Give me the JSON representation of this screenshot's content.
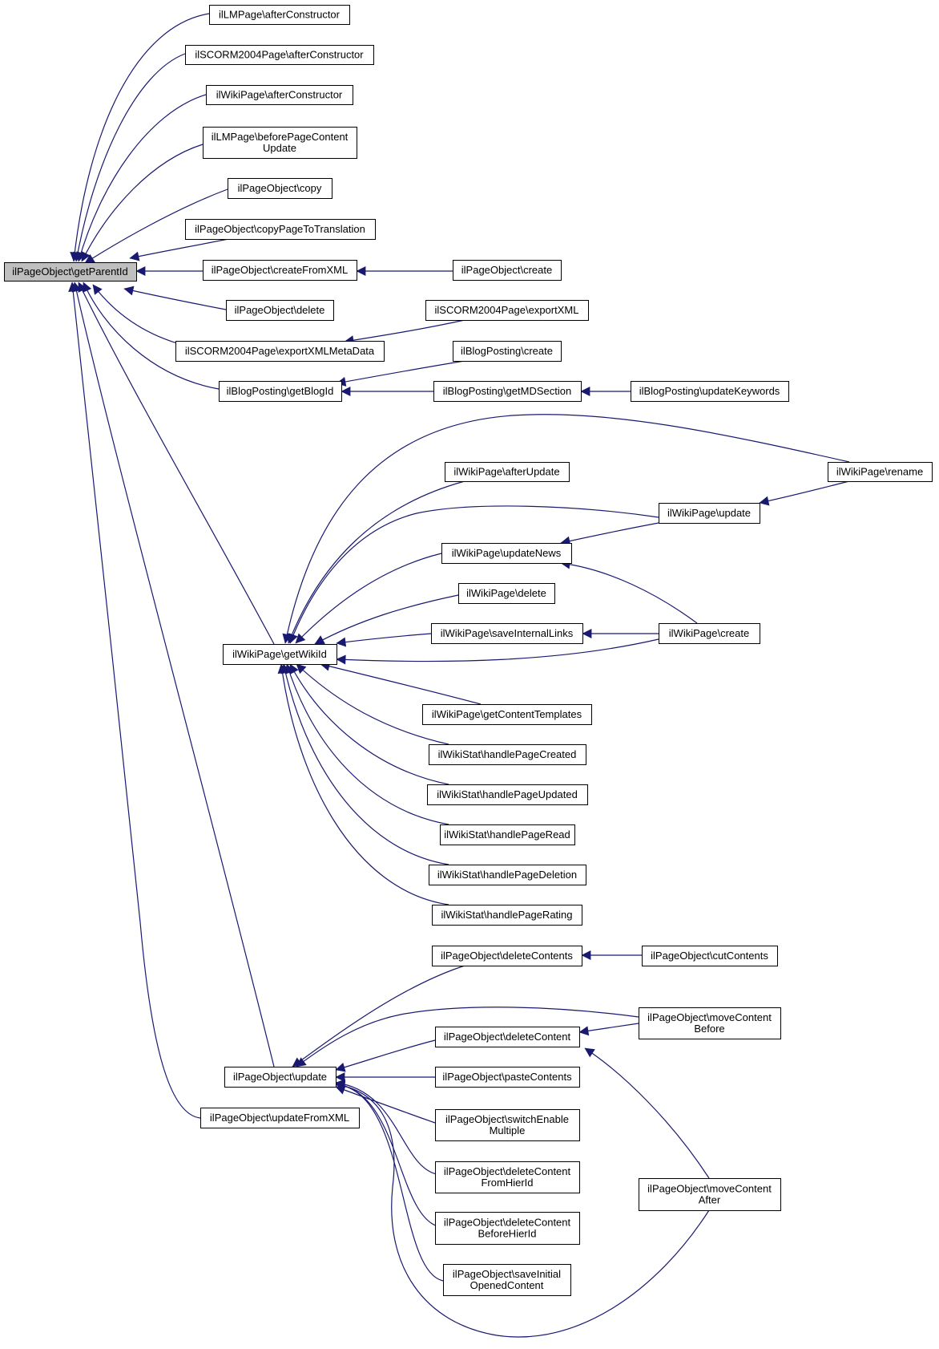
{
  "colors": {
    "edge": "#191970",
    "root_fill": "#bfbfbf",
    "node_fill": "#ffffff",
    "border": "#000000"
  },
  "nodes": [
    {
      "id": "getParentId",
      "lines": [
        "ilPageObject\\getParentId"
      ],
      "root": true
    },
    {
      "id": "lm_afterConstructor",
      "lines": [
        "ilLMPage\\afterConstructor"
      ]
    },
    {
      "id": "scorm_afterConstructor",
      "lines": [
        "ilSCORM2004Page\\afterConstructor"
      ]
    },
    {
      "id": "wiki_afterConstructor",
      "lines": [
        "ilWikiPage\\afterConstructor"
      ]
    },
    {
      "id": "lm_beforePageContentUpdate",
      "lines": [
        "ilLMPage\\beforePageContent",
        "Update"
      ]
    },
    {
      "id": "po_copy",
      "lines": [
        "ilPageObject\\copy"
      ]
    },
    {
      "id": "po_copyPageToTranslation",
      "lines": [
        "ilPageObject\\copyPageToTranslation"
      ]
    },
    {
      "id": "po_createFromXML",
      "lines": [
        "ilPageObject\\createFromXML"
      ]
    },
    {
      "id": "po_create",
      "lines": [
        "ilPageObject\\create"
      ]
    },
    {
      "id": "po_delete",
      "lines": [
        "ilPageObject\\delete"
      ]
    },
    {
      "id": "scorm_exportXML",
      "lines": [
        "ilSCORM2004Page\\exportXML"
      ]
    },
    {
      "id": "scorm_exportXMLMetaData",
      "lines": [
        "ilSCORM2004Page\\exportXMLMetaData"
      ]
    },
    {
      "id": "blog_create",
      "lines": [
        "ilBlogPosting\\create"
      ]
    },
    {
      "id": "blog_getBlogId",
      "lines": [
        "ilBlogPosting\\getBlogId"
      ]
    },
    {
      "id": "blog_getMDSection",
      "lines": [
        "ilBlogPosting\\getMDSection"
      ]
    },
    {
      "id": "blog_updateKeywords",
      "lines": [
        "ilBlogPosting\\updateKeywords"
      ]
    },
    {
      "id": "wiki_rename",
      "lines": [
        "ilWikiPage\\rename"
      ]
    },
    {
      "id": "wiki_afterUpdate",
      "lines": [
        "ilWikiPage\\afterUpdate"
      ]
    },
    {
      "id": "wiki_update",
      "lines": [
        "ilWikiPage\\update"
      ]
    },
    {
      "id": "wiki_updateNews",
      "lines": [
        "ilWikiPage\\updateNews"
      ]
    },
    {
      "id": "wiki_delete",
      "lines": [
        "ilWikiPage\\delete"
      ]
    },
    {
      "id": "wiki_saveInternalLinks",
      "lines": [
        "ilWikiPage\\saveInternalLinks"
      ]
    },
    {
      "id": "wiki_create",
      "lines": [
        "ilWikiPage\\create"
      ]
    },
    {
      "id": "wiki_getWikiId",
      "lines": [
        "ilWikiPage\\getWikiId"
      ]
    },
    {
      "id": "wiki_getContentTemplates",
      "lines": [
        "ilWikiPage\\getContentTemplates"
      ]
    },
    {
      "id": "stat_handlePageCreated",
      "lines": [
        "ilWikiStat\\handlePageCreated"
      ]
    },
    {
      "id": "stat_handlePageUpdated",
      "lines": [
        "ilWikiStat\\handlePageUpdated"
      ]
    },
    {
      "id": "stat_handlePageRead",
      "lines": [
        "ilWikiStat\\handlePageRead"
      ]
    },
    {
      "id": "stat_handlePageDeletion",
      "lines": [
        "ilWikiStat\\handlePageDeletion"
      ]
    },
    {
      "id": "stat_handlePageRating",
      "lines": [
        "ilWikiStat\\handlePageRating"
      ]
    },
    {
      "id": "po_deleteContents",
      "lines": [
        "ilPageObject\\deleteContents"
      ]
    },
    {
      "id": "po_cutContents",
      "lines": [
        "ilPageObject\\cutContents"
      ]
    },
    {
      "id": "po_moveContentBefore",
      "lines": [
        "ilPageObject\\moveContent",
        "Before"
      ]
    },
    {
      "id": "po_deleteContent",
      "lines": [
        "ilPageObject\\deleteContent"
      ]
    },
    {
      "id": "po_update",
      "lines": [
        "ilPageObject\\update"
      ]
    },
    {
      "id": "po_pasteContents",
      "lines": [
        "ilPageObject\\pasteContents"
      ]
    },
    {
      "id": "po_switchEnableMultiple",
      "lines": [
        "ilPageObject\\switchEnable",
        "Multiple"
      ]
    },
    {
      "id": "po_updateFromXML",
      "lines": [
        "ilPageObject\\updateFromXML"
      ]
    },
    {
      "id": "po_deleteContentFromHierId",
      "lines": [
        "ilPageObject\\deleteContent",
        "FromHierId"
      ]
    },
    {
      "id": "po_moveContentAfter",
      "lines": [
        "ilPageObject\\moveContent",
        "After"
      ]
    },
    {
      "id": "po_deleteContentBeforeHierId",
      "lines": [
        "ilPageObject\\deleteContent",
        "BeforeHierId"
      ]
    },
    {
      "id": "po_saveInitialOpenedContent",
      "lines": [
        "ilPageObject\\saveInitial",
        "OpenedContent"
      ]
    }
  ],
  "edges": [
    {
      "from": "lm_afterConstructor",
      "to": "getParentId"
    },
    {
      "from": "scorm_afterConstructor",
      "to": "getParentId"
    },
    {
      "from": "wiki_afterConstructor",
      "to": "getParentId"
    },
    {
      "from": "lm_beforePageContentUpdate",
      "to": "getParentId"
    },
    {
      "from": "po_copy",
      "to": "getParentId"
    },
    {
      "from": "po_copyPageToTranslation",
      "to": "getParentId"
    },
    {
      "from": "po_createFromXML",
      "to": "getParentId"
    },
    {
      "from": "po_delete",
      "to": "getParentId"
    },
    {
      "from": "scorm_exportXMLMetaData",
      "to": "getParentId"
    },
    {
      "from": "blog_getBlogId",
      "to": "getParentId"
    },
    {
      "from": "wiki_getWikiId",
      "to": "getParentId"
    },
    {
      "from": "po_update",
      "to": "getParentId"
    },
    {
      "from": "po_updateFromXML",
      "to": "getParentId"
    },
    {
      "from": "po_create",
      "to": "po_createFromXML"
    },
    {
      "from": "scorm_exportXML",
      "to": "scorm_exportXMLMetaData"
    },
    {
      "from": "blog_create",
      "to": "blog_getBlogId"
    },
    {
      "from": "blog_getMDSection",
      "to": "blog_getBlogId"
    },
    {
      "from": "blog_updateKeywords",
      "to": "blog_getMDSection"
    },
    {
      "from": "wiki_rename",
      "to": "wiki_getWikiId"
    },
    {
      "from": "wiki_afterUpdate",
      "to": "wiki_getWikiId"
    },
    {
      "from": "wiki_update",
      "to": "wiki_getWikiId"
    },
    {
      "from": "wiki_updateNews",
      "to": "wiki_getWikiId"
    },
    {
      "from": "wiki_delete",
      "to": "wiki_getWikiId"
    },
    {
      "from": "wiki_saveInternalLinks",
      "to": "wiki_getWikiId"
    },
    {
      "from": "wiki_create",
      "to": "wiki_getWikiId"
    },
    {
      "from": "wiki_getContentTemplates",
      "to": "wiki_getWikiId"
    },
    {
      "from": "stat_handlePageCreated",
      "to": "wiki_getWikiId"
    },
    {
      "from": "stat_handlePageUpdated",
      "to": "wiki_getWikiId"
    },
    {
      "from": "stat_handlePageRead",
      "to": "wiki_getWikiId"
    },
    {
      "from": "stat_handlePageDeletion",
      "to": "wiki_getWikiId"
    },
    {
      "from": "stat_handlePageRating",
      "to": "wiki_getWikiId"
    },
    {
      "from": "wiki_rename",
      "to": "wiki_update"
    },
    {
      "from": "wiki_update",
      "to": "wiki_updateNews"
    },
    {
      "from": "wiki_create",
      "to": "wiki_updateNews"
    },
    {
      "from": "wiki_create",
      "to": "wiki_saveInternalLinks"
    },
    {
      "from": "po_deleteContents",
      "to": "po_update"
    },
    {
      "from": "po_moveContentBefore",
      "to": "po_update"
    },
    {
      "from": "po_deleteContent",
      "to": "po_update"
    },
    {
      "from": "po_pasteContents",
      "to": "po_update"
    },
    {
      "from": "po_switchEnableMultiple",
      "to": "po_update"
    },
    {
      "from": "po_deleteContentFromHierId",
      "to": "po_update"
    },
    {
      "from": "po_deleteContentBeforeHierId",
      "to": "po_update"
    },
    {
      "from": "po_saveInitialOpenedContent",
      "to": "po_update"
    },
    {
      "from": "po_moveContentAfter",
      "to": "po_update"
    },
    {
      "from": "po_cutContents",
      "to": "po_deleteContents"
    },
    {
      "from": "po_moveContentBefore",
      "to": "po_deleteContent"
    },
    {
      "from": "po_moveContentAfter",
      "to": "po_deleteContent"
    }
  ]
}
